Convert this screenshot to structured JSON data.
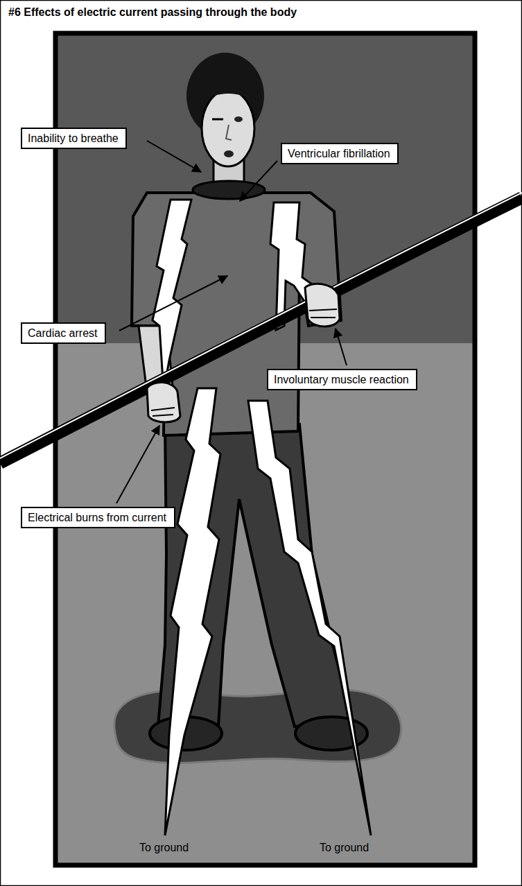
{
  "diagram": {
    "title": "#6 Effects of electric current passing through the body",
    "nodes": [
      {
        "text": [
          "Inability to breathe"
        ]
      },
      {
        "text": [
          "Ventricular fibrillation"
        ]
      },
      {
        "text": [
          "Cardiac arrest"
        ]
      },
      {
        "text": [
          "Involuntary muscle reaction"
        ]
      },
      {
        "text": [
          "Electrical burns from current"
        ]
      }
    ],
    "labels": [
      "To ground",
      "To ground"
    ]
  }
}
